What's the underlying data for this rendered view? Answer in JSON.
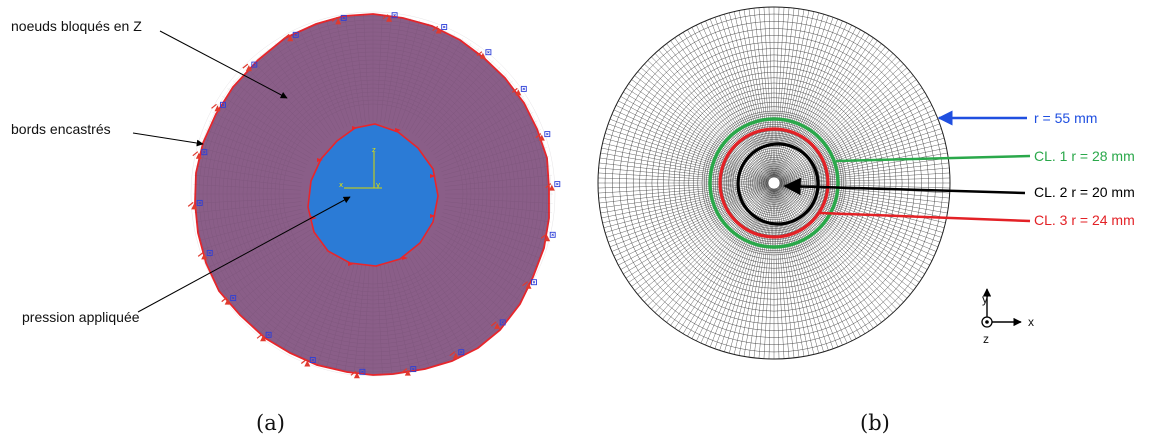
{
  "panel_a": {
    "label_top": "noeuds bloqués en Z",
    "label_edges": "bords encastrés",
    "label_pressure": "pression appliquée",
    "caption": "(a)",
    "triad": {
      "x": "x",
      "y": "y",
      "z": "z"
    },
    "colors": {
      "disk": "#8a5e88",
      "inner": "#2b7bd6",
      "edge": "#e8262b",
      "bc": "#e03a2e",
      "bc_blue": "#2d3fd9"
    }
  },
  "panel_b": {
    "caption": "(b)",
    "r_outer_label": "r = 55 mm",
    "cl1_label": "CL. 1 r = 28 mm",
    "cl2_label": "CL. 2 r = 20 mm",
    "cl3_label": "CL. 3 r = 24 mm",
    "axis": {
      "x": "x",
      "y": "y",
      "z": "z"
    },
    "colors": {
      "mesh": "#3a3a3a",
      "blue": "#1f4fe0",
      "green": "#2aa84a",
      "black": "#000000",
      "red": "#e32126"
    }
  }
}
